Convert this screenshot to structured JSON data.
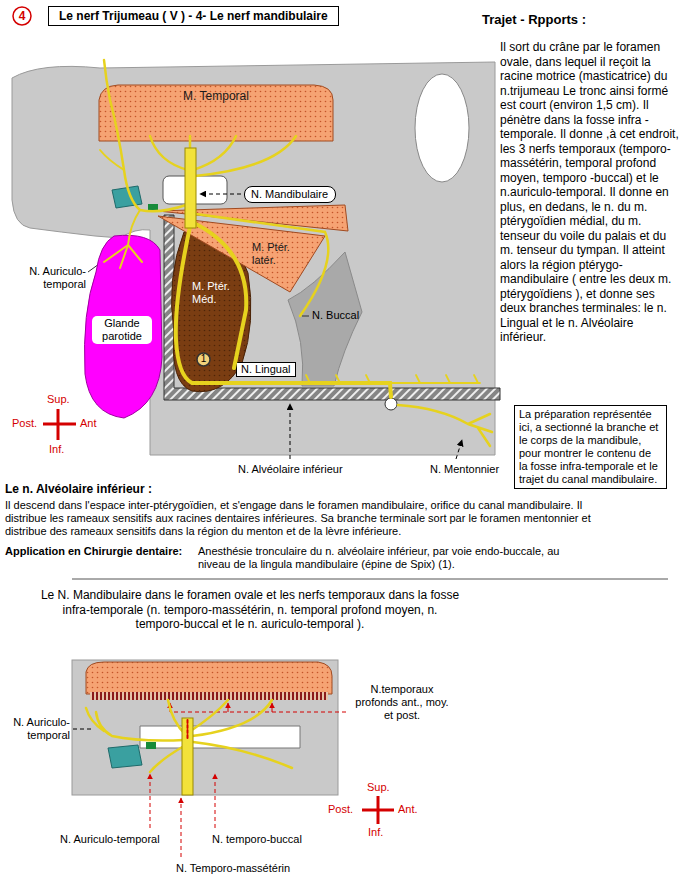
{
  "diagram": {
    "title": "Le nerf Trijumeau ( V ) - 4- Le nerf mandibulaire",
    "nodes": [
      {
        "text": [
          "4"
        ]
      },
      {
        "text": [
          "M. Temporal"
        ]
      },
      {
        "text": [
          "N. Mandibulaire"
        ]
      },
      {
        "text": [
          "M. Ptér. latér."
        ]
      },
      {
        "text": [
          "M. Ptér. Méd."
        ]
      },
      {
        "text": [
          "Glande parotide"
        ]
      },
      {
        "text": [
          "N. Lingual"
        ]
      },
      {
        "text": [
          "1"
        ]
      },
      {
        "text": [
          "La préparation représentée ici, a sectionné la branche et le corps de la mandibule, pour montrer le contenu de la fosse infra-temporale et le trajet du canal mandibulaire."
        ]
      }
    ],
    "labels": [
      "Trajet - Rpports :",
      "Il sort du crâne par le foramen ovale, dans lequel il reçoit la racine motrice (masticatrice) du n.trijumeau Le tronc ainsi formé est court (environ 1,5 cm). Il pénètre dans la fosse infra - temporale. Il donne ,à cet endroit, les 3 nerfs temporaux (temporo-massétérin, temporal profond moyen, temporo -buccal) et le n.auriculo-temporal. Il donne en plus, en dedans, le n. du m. ptérygoïdien médial, du m. tenseur du voile du palais et du m. tenseur du tympan. Il atteint alors la région ptérygo-mandibulaire ( entre les deux m. ptérygoïdiens ), et donne ses deux branches terminales: le n. Lingual et le n. Alvéolaire inférieur.",
      "N. Auriculo-temporal",
      "N. Buccal",
      "Sup.",
      "Post.",
      "Ant",
      "Inf.",
      "N. Alvéolaire inférieur",
      "N. Mentonnier",
      "Le n. Alvéolaire inférieur :",
      "Il descend dans l'espace inter-ptérygoïdien, et s'engage dans le foramen mandibulaire, orifice du canal mandibulaire. Il distribue les rameaux sensitifs aux racines dentaires inférieures. Sa branche terminale sort par le foramen mentonnier et distribue des rameaux sensitifs dans la région du menton et de la lèvre inférieure.",
      "Application en Chirurgie dentaire:",
      "Anesthésie tronculaire du n. alvéolaire inférieur, par voie endo-buccale, au niveau de la lingula mandibulaire (épine de Spix) (1).",
      "Le N. Mandibulaire dans le foramen ovale et les nerfs temporaux dans la fosse infra-temporale (n. temporo-massétérin, n. temporal profond moyen, n. temporo-buccal et le n. auriculo-temporal ).",
      "N.temporaux profonds ant., moy. et post.",
      "N. Auriculo-temporal",
      "N. Auriculo-temporal",
      "N. temporo-buccal",
      "N. Temporo-massétérin",
      "Sup.",
      "Post.",
      "Ant.",
      "Inf."
    ]
  }
}
